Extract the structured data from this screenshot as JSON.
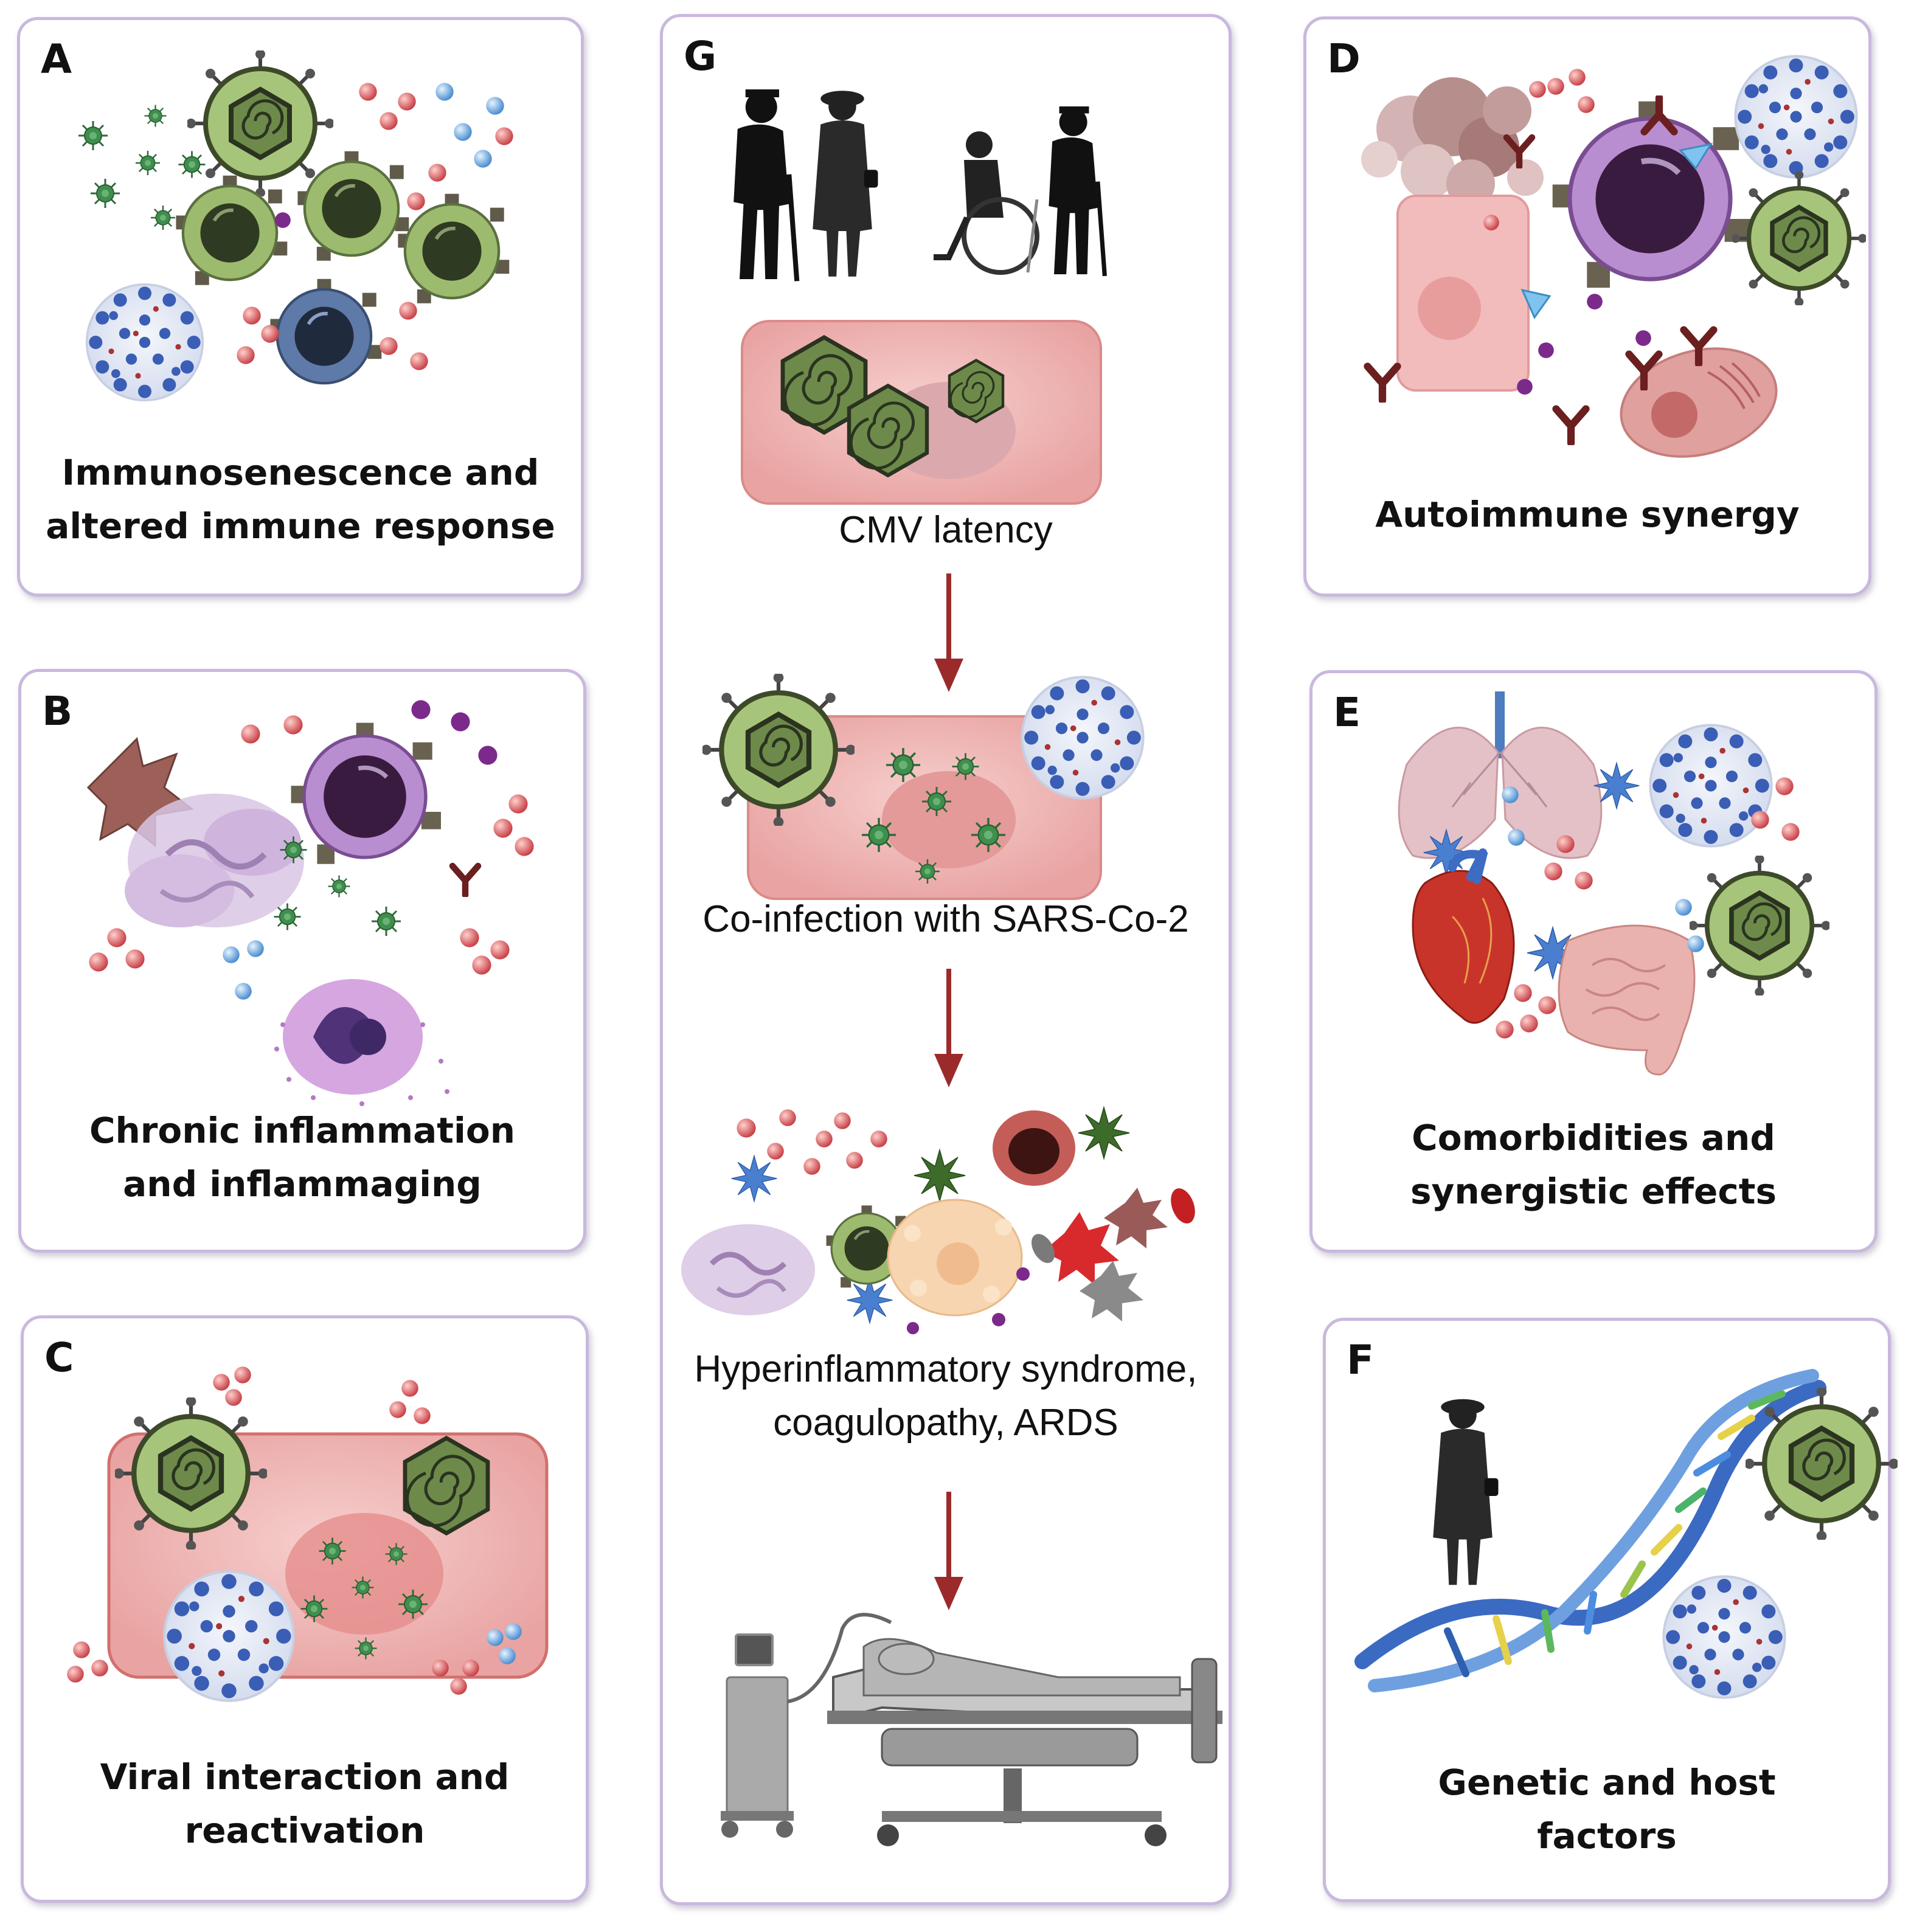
{
  "panels": {
    "A": {
      "letter": "A",
      "caption_line1": "Immunosenescence and",
      "caption_line2": "altered immune response"
    },
    "B": {
      "letter": "B",
      "caption_line1": "Chronic inflammation",
      "caption_line2": "and inflammaging"
    },
    "C": {
      "letter": "C",
      "caption_line1": "Viral interaction and",
      "caption_line2": "reactivation"
    },
    "D": {
      "letter": "D",
      "caption_line1": "Autoimmune synergy"
    },
    "E": {
      "letter": "E",
      "caption_line1": "Comorbidities and",
      "caption_line2": "synergistic effects"
    },
    "F": {
      "letter": "F",
      "caption_line1": "Genetic and host",
      "caption_line2": "factors"
    },
    "G": {
      "letter": "G",
      "step1": "CMV latency",
      "step2": "Co-infection with SARS-Co-2",
      "step3_line1": "Hyperinflammatory syndrome,",
      "step3_line2": "coagulopathy, ARDS"
    }
  },
  "colors": {
    "panel_border": "#c9b8de",
    "arrow": "#9b2b2b",
    "cmv_virus": "#9fbf6e",
    "sars_virus": "#3f5fae",
    "host_cell": "#efb9b6",
    "immune_cell": "#c89ad6"
  }
}
